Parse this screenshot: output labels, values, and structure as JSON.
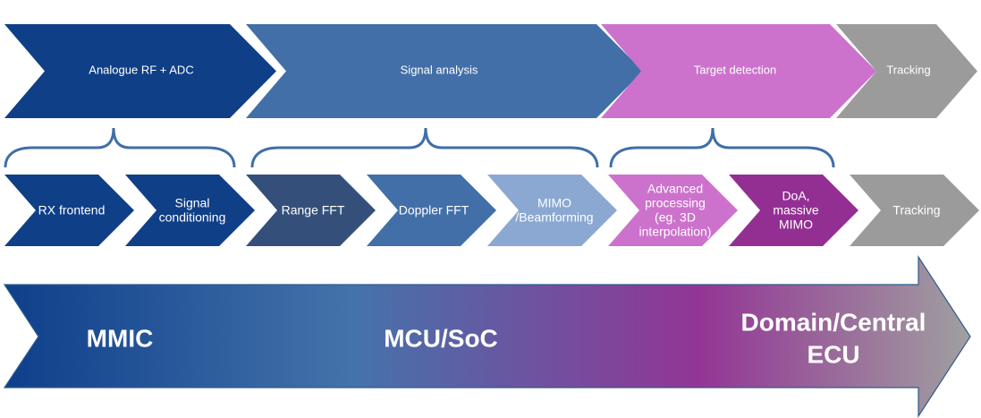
{
  "stages": [
    {
      "label": [
        "Analogue RF + ADC"
      ],
      "color": "#0f3f87"
    },
    {
      "label": [
        "Signal analysis"
      ],
      "color": "#426fa8"
    },
    {
      "label": [
        "Target detection"
      ],
      "color": "#cc72cc"
    },
    {
      "label": [
        "Tracking"
      ],
      "color": "#9b9b9b"
    }
  ],
  "steps": [
    {
      "label": [
        "RX frontend"
      ],
      "color": "#0f3f87"
    },
    {
      "label": [
        "Signal",
        "conditioning"
      ],
      "color": "#0f3f87"
    },
    {
      "label": [
        "Range FFT"
      ],
      "color": "#34507a"
    },
    {
      "label": [
        "Doppler FFT"
      ],
      "color": "#426fa8"
    },
    {
      "label": [
        "MIMO",
        "/Beamforming"
      ],
      "color": "#8aa8d1"
    },
    {
      "label": [
        "Advanced",
        "processing",
        "(eg. 3D",
        "interpolation)"
      ],
      "color": "#cc72cc"
    },
    {
      "label": [
        "DoA,",
        "massive",
        "MIMO"
      ],
      "color": "#932f93"
    },
    {
      "label": [
        "Tracking"
      ],
      "color": "#9b9b9b"
    }
  ],
  "brace_color": "#3f6ea9",
  "platform": {
    "labels": [
      {
        "text": [
          "MMIC"
        ]
      },
      {
        "text": [
          "MCU/SoC"
        ]
      },
      {
        "text": [
          "Domain/Central",
          "ECU"
        ]
      }
    ],
    "gradient": [
      "#0e3f8a",
      "#4473ab",
      "#933595",
      "#a0a0a0"
    ]
  }
}
